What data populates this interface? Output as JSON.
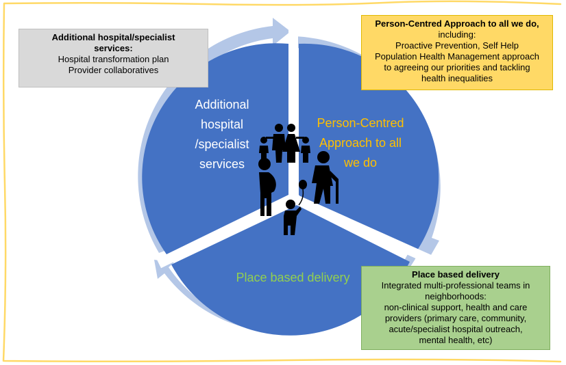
{
  "segments": {
    "additional": {
      "label_lines": [
        "Additional",
        "hospital",
        "/specialist",
        "services"
      ]
    },
    "person": {
      "label_lines": [
        "Person-Centred",
        "Approach to all",
        "we do"
      ]
    },
    "place": {
      "label": "Place based delivery"
    }
  },
  "boxes": {
    "additional": {
      "title_lines": [
        "Additional hospital/specialist",
        "services:"
      ],
      "lines": [
        "Hospital transformation plan",
        "Provider collaboratives"
      ]
    },
    "person": {
      "title": "Person-Centred Approach to all we do,",
      "lines": [
        "including:",
        "Proactive Prevention, Self Help",
        "Population Health Management approach",
        "to agreeing our priorities and tackling",
        "health inequalities"
      ]
    },
    "place": {
      "title": "Place based delivery",
      "lines": [
        "Integrated multi-professional teams in",
        "neighborhoods:",
        "non-clinical support, health and care",
        "providers (primary care, community,",
        "acute/specialist  hospital outreach,",
        "mental health, etc)"
      ]
    }
  },
  "colors": {
    "pie_fill": "#4472c4",
    "arrow_ring": "#b4c7e7",
    "border_yellow": "#ffd966",
    "additional_box": "#d9d9d9",
    "person_box": "#ffd966",
    "place_box": "#a9d08e",
    "person_text": "#ffc000",
    "place_text": "#92d050",
    "icons": "#000000"
  },
  "icons": [
    "family-icon",
    "elderly-person-icon",
    "pregnant-woman-icon",
    "child-with-balloon-icon"
  ]
}
